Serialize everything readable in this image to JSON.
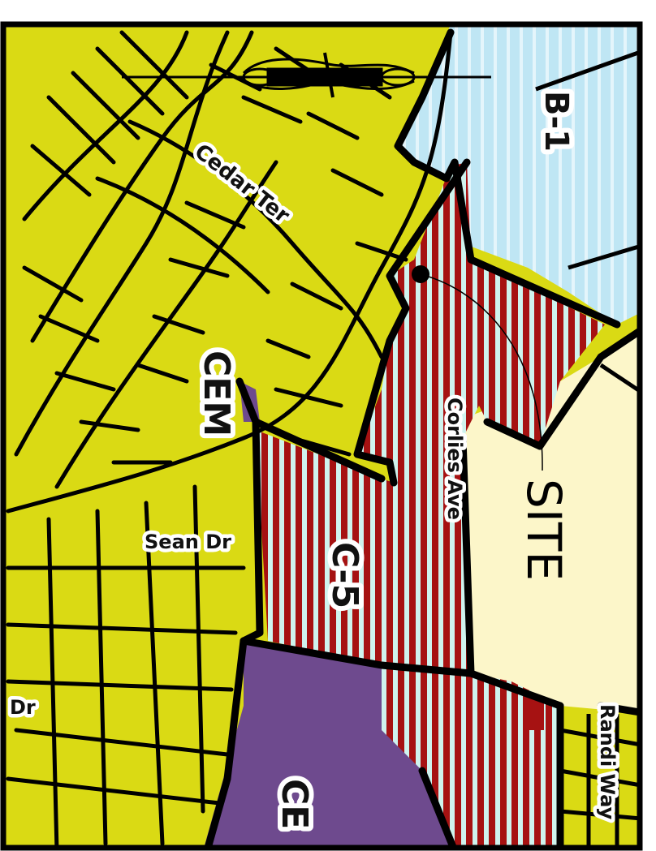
{
  "map": {
    "streets": {
      "cedar_ter": "Cedar Ter",
      "sean_dr": "Sean Dr",
      "dr": "Dr",
      "corlies_ave": "Corlies Ave",
      "randi_way": "Randi Way"
    },
    "zones": {
      "b1": "B-1",
      "cem": "CEM",
      "c5": "C-5",
      "ce": "CE"
    },
    "site_label": "SITE",
    "colors": {
      "residential_yellow": "#DADA14",
      "b1_light_blue": "#BFE6F4",
      "c5_red": "#A61212",
      "c5_stripe_mint": "#CFF3EE",
      "cem_purple": "#6E4A8E",
      "cream": "#FCF6C9",
      "boundary": "#000000"
    }
  }
}
